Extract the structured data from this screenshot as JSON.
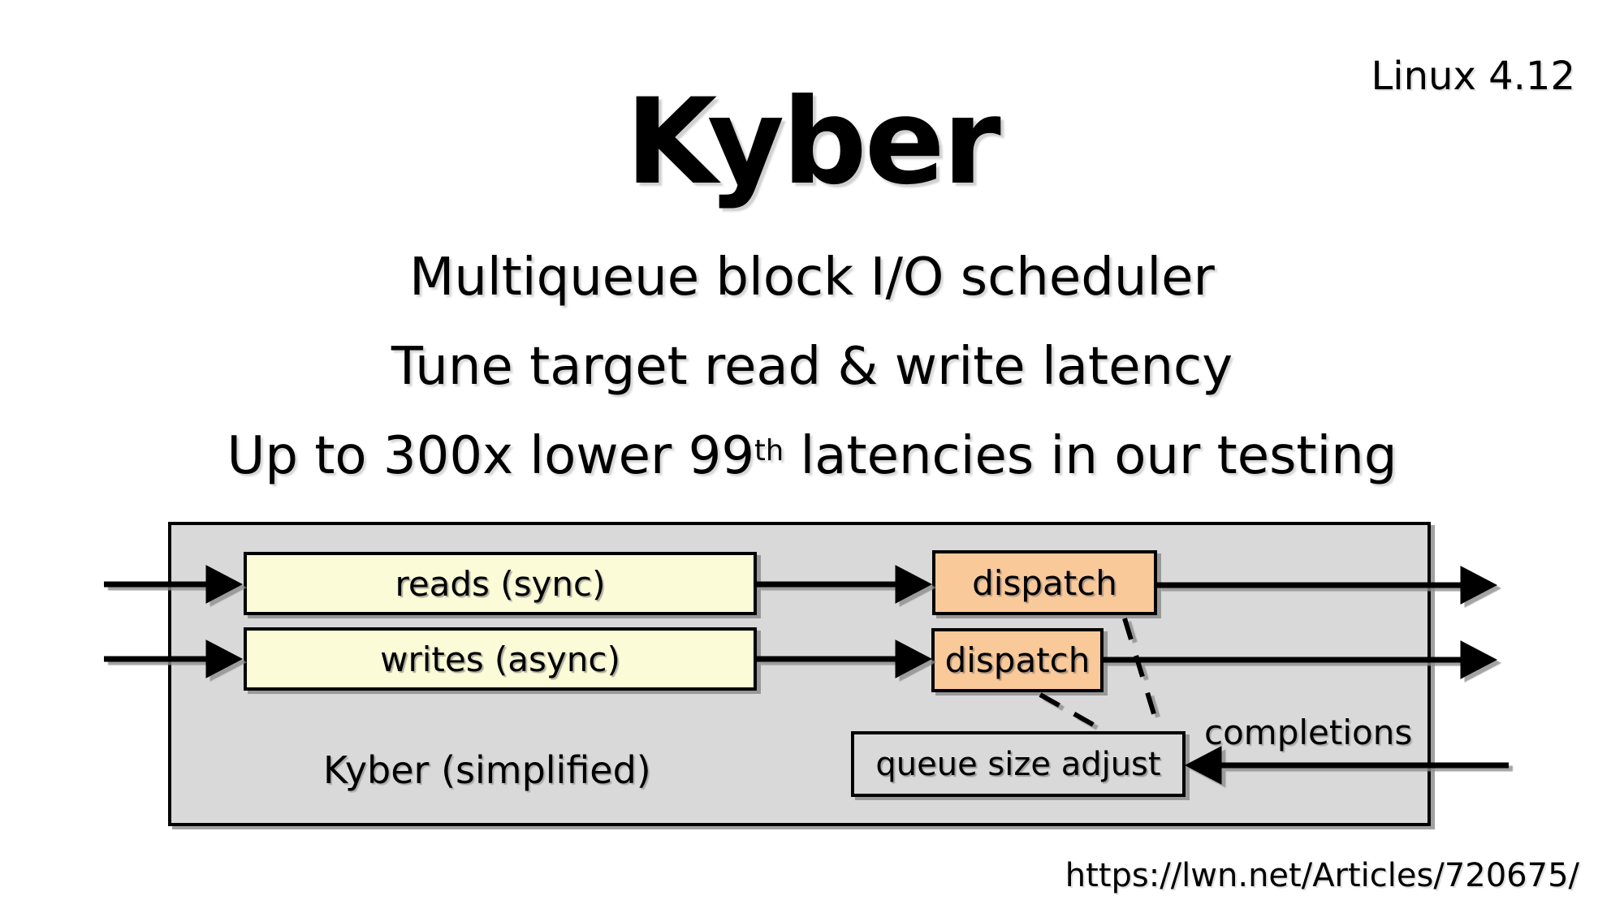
{
  "slide": {
    "version_label": "Linux 4.12",
    "title": "Kyber",
    "subtitle": {
      "line1": "Multiqueue block I/O scheduler",
      "line2": "Tune target read & write latency",
      "line3_pre": "Up to 300x lower 99",
      "line3_sup": "th",
      "line3_post": " latencies in our testing"
    },
    "source_url": "https://lwn.net/Articles/720675/"
  },
  "diagram": {
    "caption": "Kyber (simplified)",
    "boxes": {
      "reads_queue": "reads (sync)",
      "writes_queue": "writes (async)",
      "dispatch_reads": "dispatch",
      "dispatch_writes": "dispatch",
      "queue_size_adjust": "queue size adjust"
    },
    "labels": {
      "completions": "completions"
    },
    "colors": {
      "scheduler_fill": "#d9d9d9",
      "request_queue_fill": "#fbfbd8",
      "dispatch_fill": "#fac99a",
      "line_color": "#000000"
    }
  }
}
